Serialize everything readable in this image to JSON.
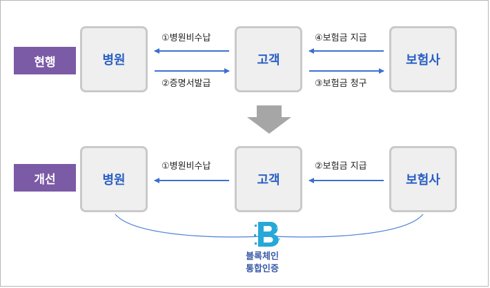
{
  "current": {
    "tag": "현행",
    "hospital": "병원",
    "customer": "고객",
    "insurer": "보험사",
    "arrow_non_payment": "①병원비수납",
    "arrow_certificate": "②증명서발급",
    "arrow_payment": "④보험금 지급",
    "arrow_claim": "③보험금 청구"
  },
  "improved": {
    "tag": "개선",
    "hospital": "병원",
    "customer": "고객",
    "insurer": "보험사",
    "arrow_non_payment": "①병원비수납",
    "arrow_payment": "②보험금 지급"
  },
  "blockchain": {
    "icon": "blockchain-b-icon",
    "line1": "블록체인",
    "line2": "통합인증"
  },
  "colors": {
    "tag_purple": "#7b5aa6",
    "arrow_blue": "#3b6fd0",
    "node_text_blue": "#2a5fc4",
    "transition_gray": "#a6a6a6"
  }
}
